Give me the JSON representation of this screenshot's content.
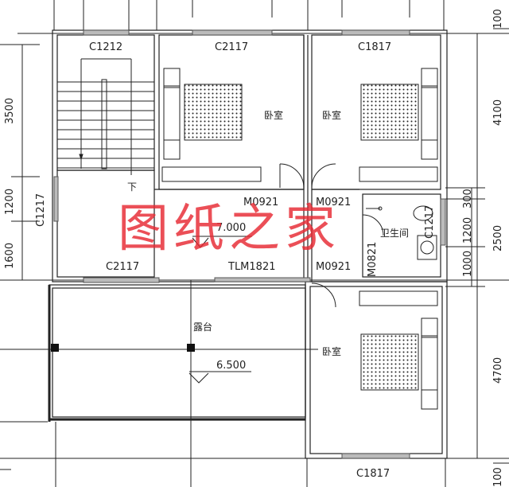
{
  "plan": {
    "watermark": "图纸之家",
    "rooms": {
      "bedroom_1": "卧室",
      "bedroom_2": "卧室",
      "bedroom_3": "卧室",
      "bathroom": "卫生间",
      "terrace": "露台",
      "stair_down": "下"
    },
    "windows": {
      "stair_top": "C1212",
      "bed1_top": "C2117",
      "bed2_top": "C1817",
      "left_wall": "C1217",
      "hall_bottom": "C2117",
      "bath_right": "C1217",
      "bed3_bottom": "C1817"
    },
    "doors": {
      "bed1": "M0921",
      "bed2": "M0921",
      "bed3": "M0921",
      "bath": "M0821",
      "sliding": "TLM1821"
    },
    "elevations": {
      "floor": "7.000",
      "terrace": "6.500"
    },
    "dimensions": {
      "left": [
        "3500",
        "1200",
        "1600"
      ],
      "right_outer": [
        "100",
        "4100",
        "2500",
        "4700",
        "100"
      ],
      "right_inner": [
        "300",
        "1200",
        "1000"
      ]
    }
  },
  "colors": {
    "line": "#222222",
    "watermark": "#e62832"
  }
}
